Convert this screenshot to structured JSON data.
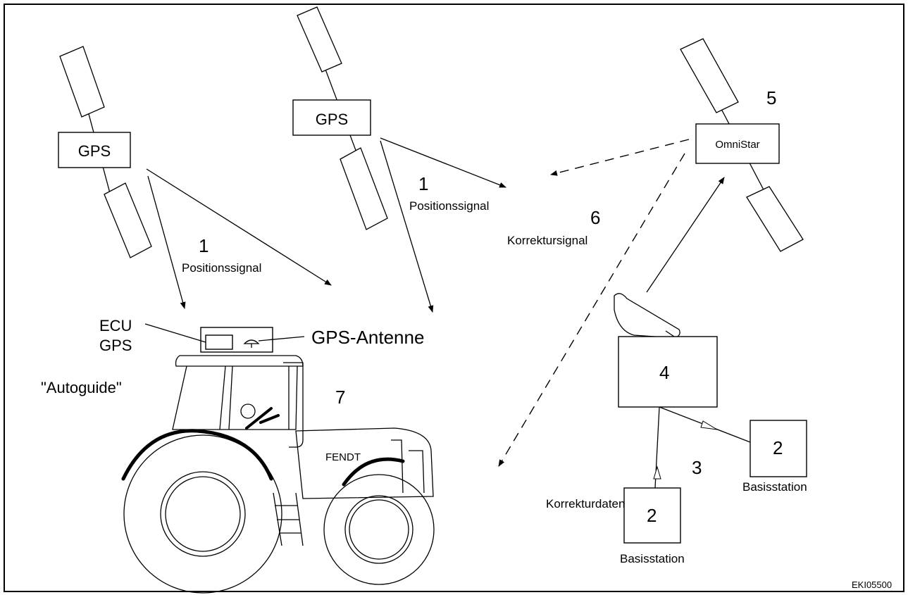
{
  "satellites": {
    "left_label": "GPS",
    "middle_label": "GPS",
    "right_label": "OmniStar"
  },
  "callouts": {
    "n1_left": "1",
    "n1_middle": "1",
    "n2_base_right": "2",
    "n2_base_bottom": "2",
    "n3": "3",
    "n4": "4",
    "n5": "5",
    "n6": "6",
    "n7": "7"
  },
  "labels": {
    "position_signal_left": "Positionssignal",
    "position_signal_middle": "Positionssignal",
    "correction_signal": "Korrektursignal",
    "correction_data": "Korrekturdaten",
    "base_station_right": "Basisstation",
    "base_station_bottom": "Basisstation",
    "ecu": "ECU",
    "gps_under_ecu": "GPS",
    "gps_antenna": "GPS-Antenne",
    "autoguide": "\"Autoguide\"",
    "brand": "FENDT",
    "reference_code": "EKI05500"
  }
}
